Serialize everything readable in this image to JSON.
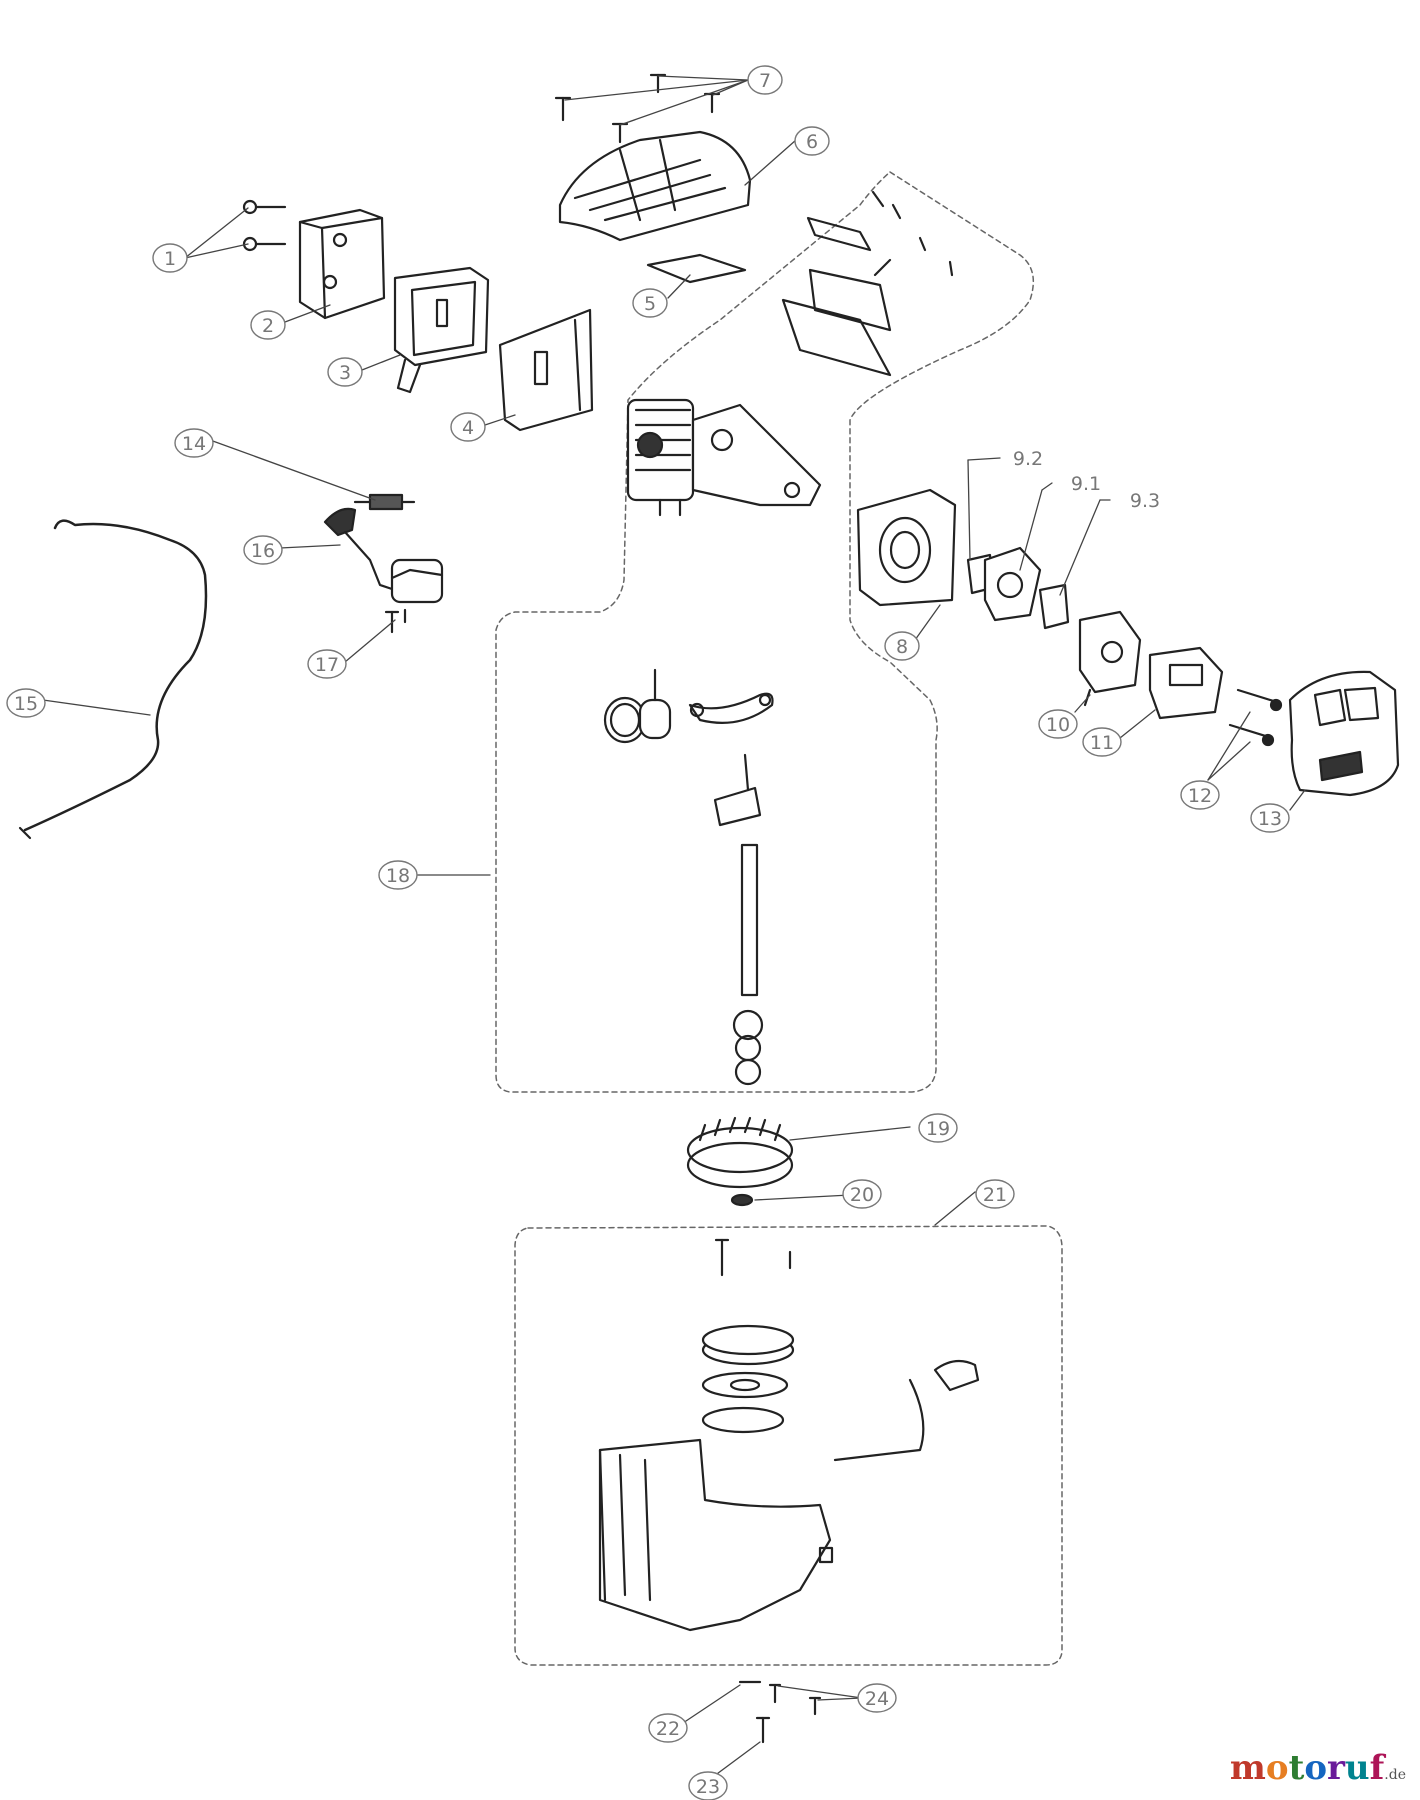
{
  "callouts": [
    {
      "id": "c1",
      "text": "1"
    },
    {
      "id": "c2",
      "text": "2"
    },
    {
      "id": "c3",
      "text": "3"
    },
    {
      "id": "c4",
      "text": "4"
    },
    {
      "id": "c5",
      "text": "5"
    },
    {
      "id": "c6",
      "text": "6"
    },
    {
      "id": "c7",
      "text": "7"
    },
    {
      "id": "c8",
      "text": "8"
    },
    {
      "id": "c92",
      "text": "9.2"
    },
    {
      "id": "c91",
      "text": "9.1"
    },
    {
      "id": "c93",
      "text": "9.3"
    },
    {
      "id": "c10",
      "text": "10"
    },
    {
      "id": "c11",
      "text": "11"
    },
    {
      "id": "c12",
      "text": "12"
    },
    {
      "id": "c13",
      "text": "13"
    },
    {
      "id": "c14",
      "text": "14"
    },
    {
      "id": "c15",
      "text": "15"
    },
    {
      "id": "c16",
      "text": "16"
    },
    {
      "id": "c17",
      "text": "17"
    },
    {
      "id": "c18",
      "text": "18"
    },
    {
      "id": "c19",
      "text": "19"
    },
    {
      "id": "c20",
      "text": "20"
    },
    {
      "id": "c21",
      "text": "21"
    },
    {
      "id": "c22",
      "text": "22"
    },
    {
      "id": "c23",
      "text": "23"
    },
    {
      "id": "c24",
      "text": "24"
    }
  ],
  "brand": {
    "name": "motoruf",
    "suffix": ".de",
    "colors": [
      "#c0392b",
      "#e67e22",
      "#2e7d32",
      "#1565c0",
      "#6a1b9a",
      "#00838f",
      "#ad1457"
    ]
  }
}
